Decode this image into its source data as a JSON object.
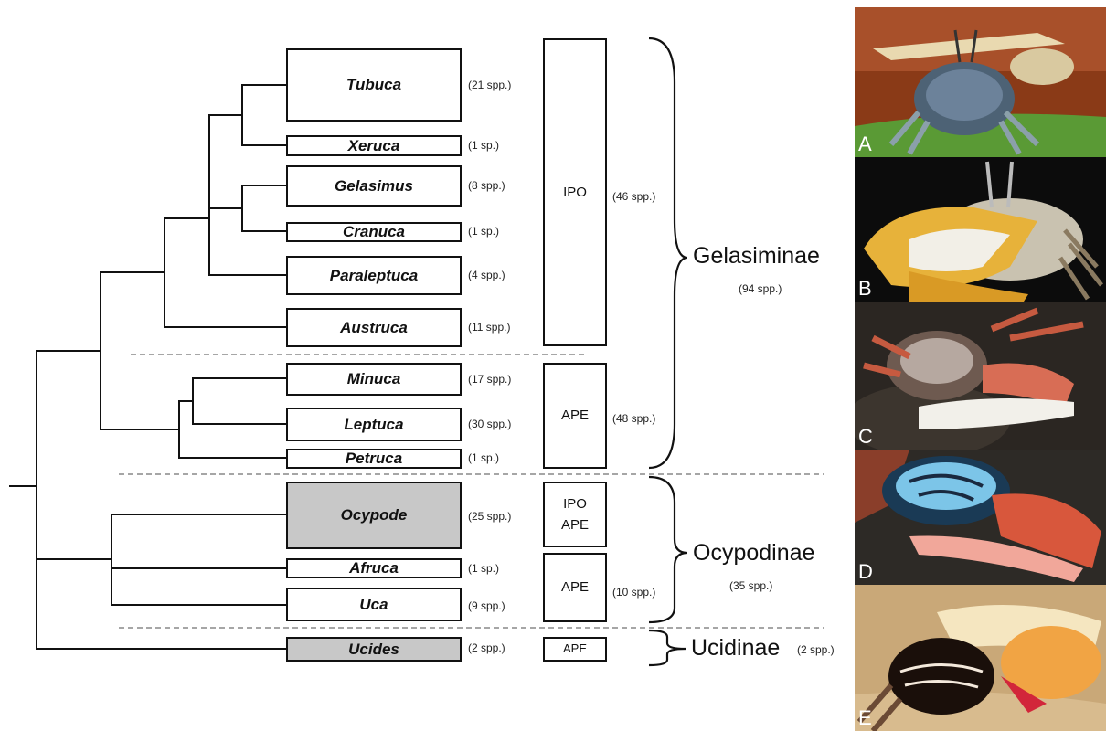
{
  "genera": [
    {
      "name": "Tubuca",
      "count": "(21 spp.)"
    },
    {
      "name": "Xeruca",
      "count": "(1 sp.)"
    },
    {
      "name": "Gelasimus",
      "count": "(8 spp.)"
    },
    {
      "name": "Cranuca",
      "count": "(1 sp.)"
    },
    {
      "name": "Paraleptuca",
      "count": "(4 spp.)"
    },
    {
      "name": "Austruca",
      "count": "(11 spp.)"
    },
    {
      "name": "Minuca",
      "count": "(17 spp.)"
    },
    {
      "name": "Leptuca",
      "count": "(30 spp.)"
    },
    {
      "name": "Petruca",
      "count": "(1 sp.)"
    },
    {
      "name": "Ocypode",
      "count": "(25 spp.)"
    },
    {
      "name": "Afruca",
      "count": "(1 sp.)"
    },
    {
      "name": "Uca",
      "count": "(9 spp.)"
    },
    {
      "name": "Ucides",
      "count": "(2 spp.)"
    }
  ],
  "regions": [
    {
      "lines": [
        "IPO"
      ],
      "total": "(46 spp.)"
    },
    {
      "lines": [
        "APE"
      ],
      "total": "(48 spp.)"
    },
    {
      "lines": [
        "IPO",
        "APE"
      ],
      "total": ""
    },
    {
      "lines": [
        "APE"
      ],
      "total": "(10 spp.)"
    },
    {
      "lines": [
        "APE"
      ],
      "total": ""
    }
  ],
  "subfamilies": [
    {
      "name": "Gelasiminae",
      "count": "(94 spp.)"
    },
    {
      "name": "Ocypodinae",
      "count": "(35 spp.)"
    },
    {
      "name": "Ucidinae",
      "count": "(2 spp.)"
    }
  ],
  "photos": [
    "A",
    "B",
    "C",
    "D",
    "E"
  ],
  "colors": {
    "line": "#111111",
    "dashed": "#888888",
    "grey_box": "#c8c8c8"
  }
}
